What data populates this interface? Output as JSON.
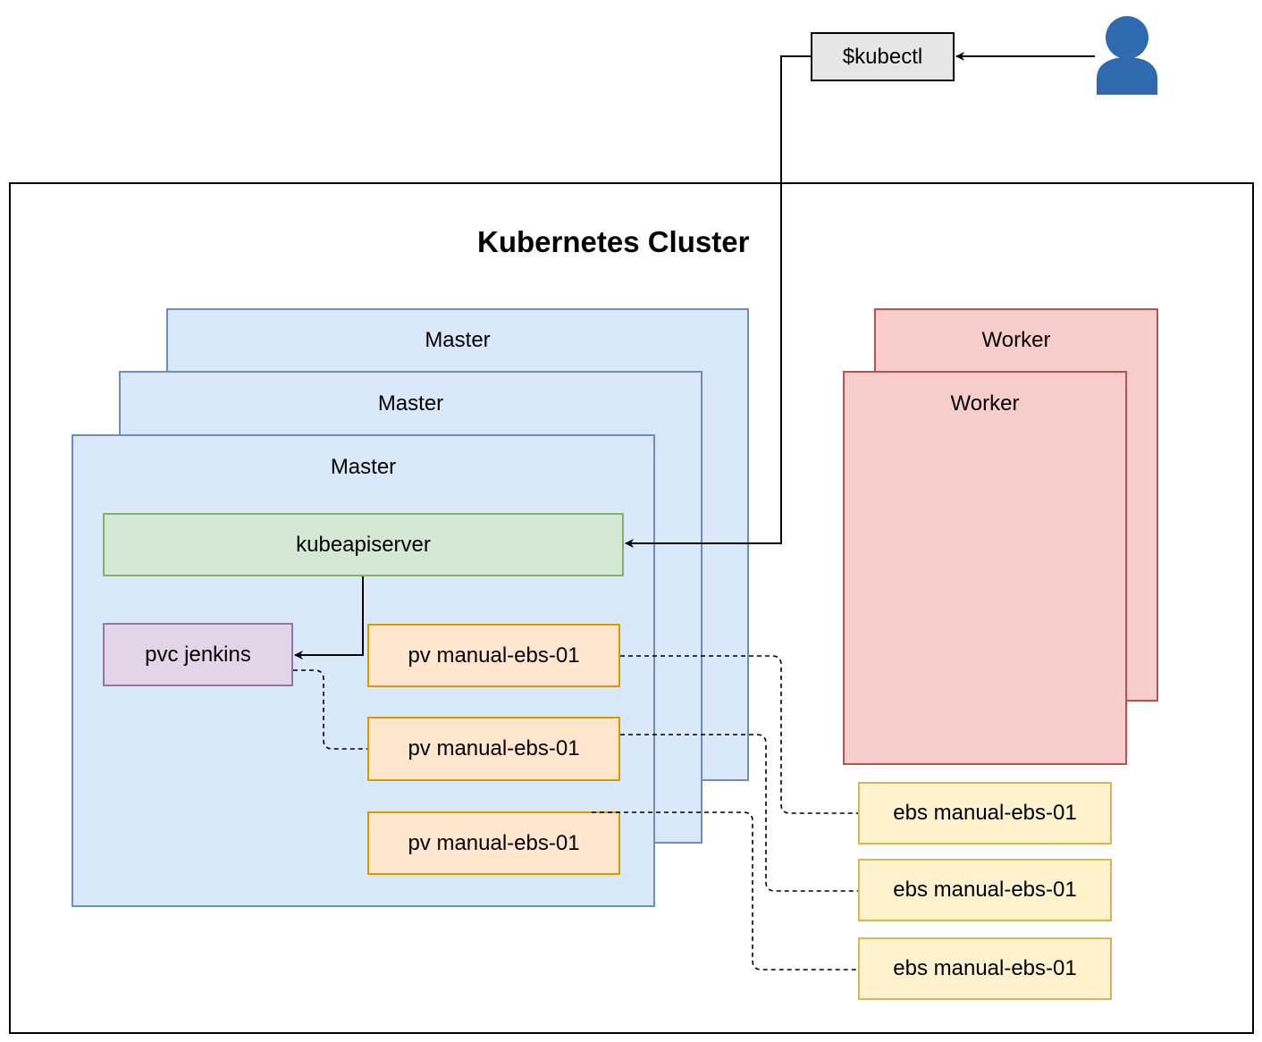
{
  "kubectl": {
    "label": "$kubectl"
  },
  "user": {
    "icon": "user-icon",
    "color": "#2e6aad"
  },
  "cluster": {
    "title": "Kubernetes Cluster"
  },
  "masters": [
    {
      "label": "Master"
    },
    {
      "label": "Master"
    },
    {
      "label": "Master"
    }
  ],
  "workers": [
    {
      "label": "Worker"
    },
    {
      "label": "Worker"
    }
  ],
  "apiserver": {
    "label": "kubeapiserver"
  },
  "pvc": {
    "label": "pvc jenkins"
  },
  "pvs": [
    {
      "label": "pv manual-ebs-01"
    },
    {
      "label": "pv manual-ebs-01"
    },
    {
      "label": "pv manual-ebs-01"
    }
  ],
  "ebs": [
    {
      "label": "ebs manual-ebs-01"
    },
    {
      "label": "ebs manual-ebs-01"
    },
    {
      "label": "ebs manual-ebs-01"
    }
  ],
  "colors": {
    "master_fill": "#dae8fc",
    "master_stroke": "#6c8ebf",
    "worker_fill": "#f8cecc",
    "worker_stroke": "#b85450",
    "apiserver_fill": "#d5e8d4",
    "apiserver_stroke": "#82b366",
    "pvc_fill": "#e1d5e7",
    "pvc_stroke": "#9673a6",
    "pv_fill": "#ffe6cc",
    "pv_stroke": "#d79b00",
    "ebs_fill": "#fff2cc",
    "ebs_stroke": "#d6b656",
    "kubectl_fill": "#e6e6e6"
  }
}
